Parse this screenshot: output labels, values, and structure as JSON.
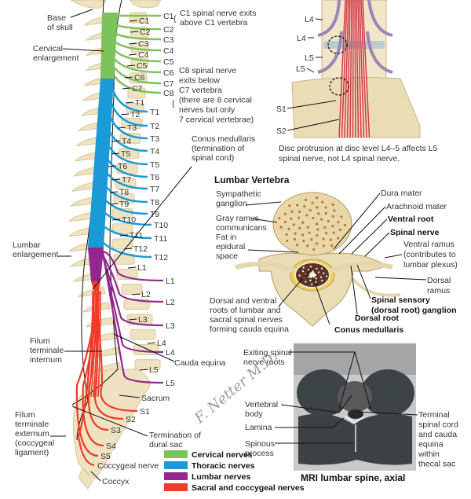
{
  "spine_labels": {
    "base_of_skull": [
      "Base",
      "of skull"
    ],
    "cervical_enlargement": [
      "Cervical",
      "enlargement"
    ],
    "lumbar_enlargement": [
      "Lumbar",
      "enlargement"
    ],
    "filum_terminale_internum": [
      "Filum",
      "terminale",
      "internum"
    ],
    "filum_terminale_externum": [
      "Filum",
      "terminale",
      "externum",
      "(coccygeal",
      "ligament)"
    ],
    "conus_medullaris": [
      "Conus medullaris",
      "(termination of",
      "spinal cord)"
    ],
    "cauda_equina": "Cauda equina",
    "sacrum": "Sacrum",
    "termination_dural_sac": [
      "Termination of",
      "dural sac"
    ],
    "coccygeal_nerve": "Coccygeal nerve",
    "coccyx": "Coccyx"
  },
  "vertebra_labels": [
    "C1",
    "C2",
    "C3",
    "C4",
    "C5",
    "C6",
    "C7",
    "T1",
    "T2",
    "T3",
    "T4",
    "T5",
    "T6",
    "T7",
    "T8",
    "T9",
    "T10",
    "T11",
    "T12",
    "L1",
    "L2",
    "L3",
    "L4",
    "L5"
  ],
  "nerve_labels": {
    "cervical": [
      "C1",
      "C2",
      "C3",
      "C4",
      "C5",
      "C6",
      "C7",
      "C8"
    ],
    "thoracic": [
      "T1",
      "T2",
      "T3",
      "T4",
      "T5",
      "T6",
      "T7",
      "T8",
      "T9",
      "T10",
      "T11",
      "T12"
    ],
    "lumbar": [
      "L1",
      "L2",
      "L3",
      "L4",
      "L5"
    ],
    "sacral": [
      "S1",
      "S2",
      "S3",
      "S4",
      "S5"
    ]
  },
  "notes": {
    "c1": [
      "C1 spinal nerve exits",
      "above C1 vertebra"
    ],
    "c8": [
      "C8 spinal nerve",
      "exits below",
      "C7 vertebra",
      "(there are 8 cervical",
      "nerves but only",
      "7 cervical vertebrae)"
    ]
  },
  "disc_panel": {
    "labels": [
      "L4",
      "L4",
      "L5",
      "L5",
      "S1",
      "S2"
    ],
    "caption": [
      "Disc protrusion at disc level L4–5 affects L5",
      "spinal nerve, not L4 spinal nerve."
    ]
  },
  "lumbar_vertebra": {
    "title": "Lumbar Vertebra",
    "left_labels": [
      [
        "Sympathetic",
        "ganglion"
      ],
      [
        "Gray ramus",
        "communicans"
      ],
      [
        "Fat in",
        "epidural",
        "space"
      ],
      [
        "Dorsal and ventral",
        "roots of lumbar and",
        "sacral spinal nerves",
        "forming cauda equina"
      ]
    ],
    "right_labels": {
      "dura_mater": "Dura mater",
      "arachnoid_mater": "Arachnoid mater",
      "ventral_root": "Ventral root",
      "spinal_nerve": "Spinal nerve",
      "ventral_ramus": [
        "Ventral ramus",
        "(contributes to",
        "lumbar plexus)"
      ],
      "dorsal_ramus": [
        "Dorsal",
        "ramus"
      ],
      "spinal_sensory_ganglion": [
        "Spinal sensory",
        "(dorsal root) ganglion"
      ],
      "dorsal_root": "Dorsal root",
      "conus_medullaris": "Conus medullaris"
    }
  },
  "mri": {
    "labels": {
      "exiting_roots": [
        "Exiting spinal",
        "nerve roots"
      ],
      "vertebral_body": [
        "Vertebral",
        "body"
      ],
      "lamina": "Lamina",
      "spinous_process": [
        "Spinous",
        "process"
      ],
      "terminal_cord": [
        "Terminal",
        "spinal cord",
        "and cauda",
        "equina",
        "within",
        "thecal sac"
      ]
    },
    "caption": "MRI lumbar spine, axial"
  },
  "legend": [
    {
      "label": "Cervical nerves",
      "color": "#7dc35b"
    },
    {
      "label": "Thoracic nerves",
      "color": "#1a9ad6"
    },
    {
      "label": "Lumbar nerves",
      "color": "#93278f"
    },
    {
      "label": "Sacral and coccygeal nerves",
      "color": "#ee3b2a"
    }
  ],
  "signature": "F. Netter M.D.",
  "colors": {
    "bone": "#efe2c0",
    "bone_dark": "#d9c79a",
    "cervical": "#7dc35b",
    "thoracic": "#1a9ad6",
    "lumbar": "#93278f",
    "sacral": "#ee3b2a"
  }
}
